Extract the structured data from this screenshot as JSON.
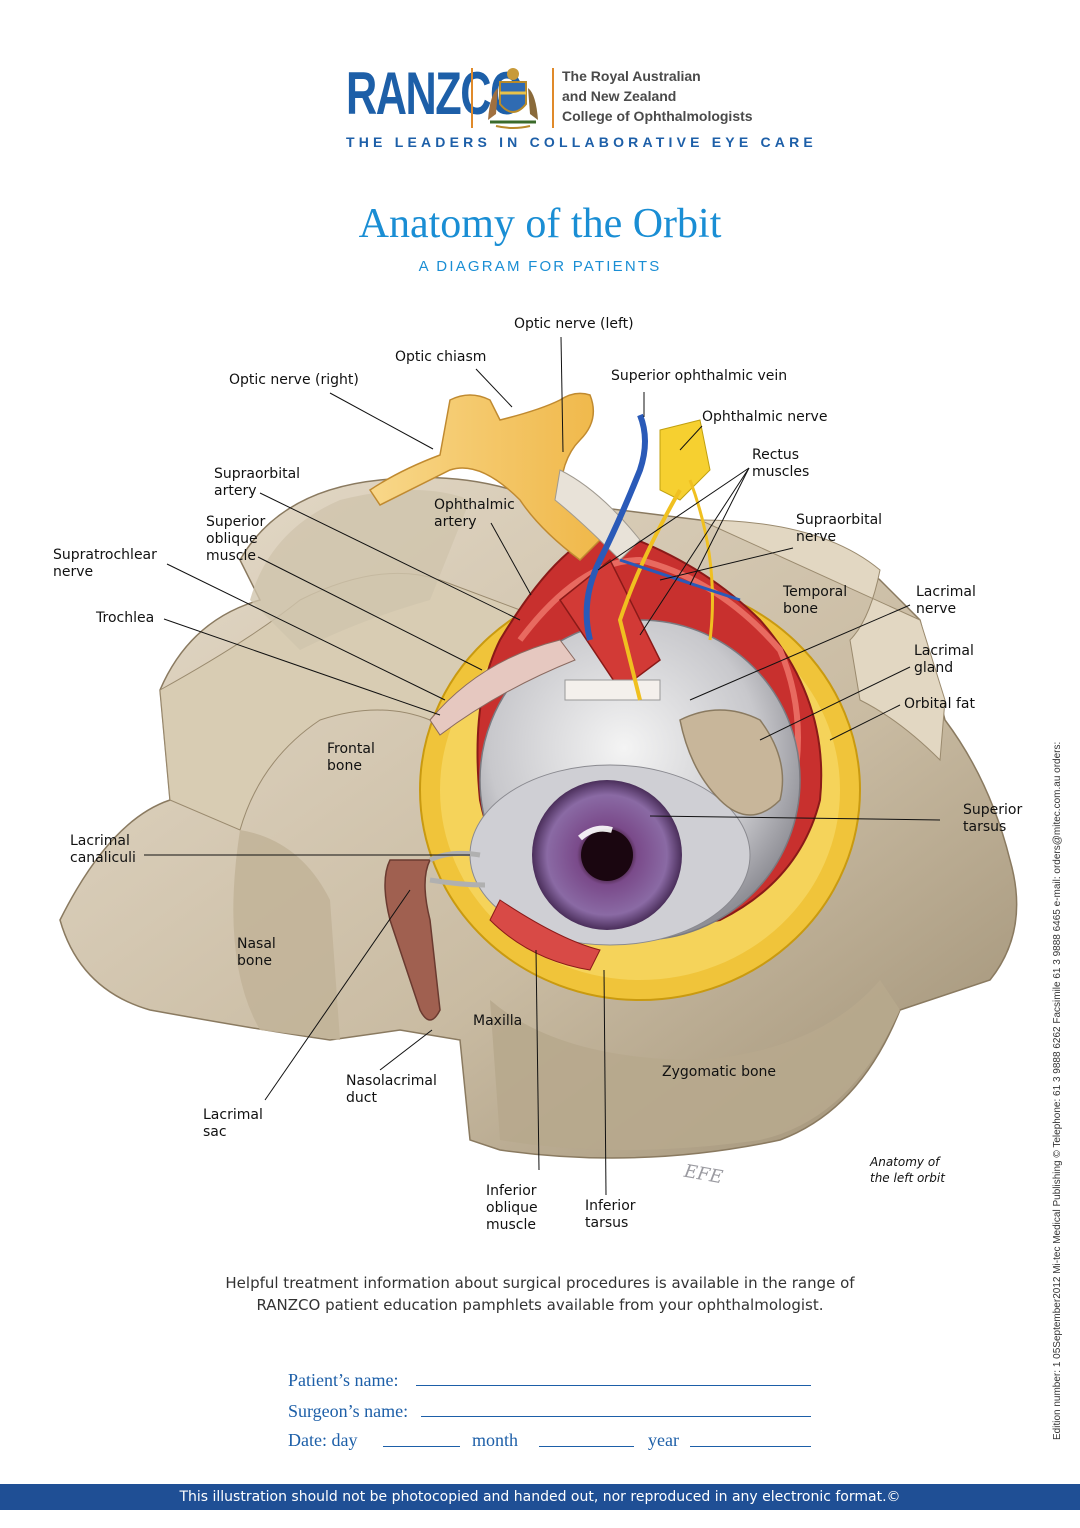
{
  "header": {
    "logo_word": "RANZCO",
    "college_lines": [
      "The Royal Australian",
      "and New Zealand",
      "College of Ophthalmologists"
    ],
    "tagline": "THE LEADERS IN COLLABORATIVE EYE CARE"
  },
  "title": "Anatomy of the Orbit",
  "subtitle": "A DIAGRAM FOR PATIENTS",
  "labels": {
    "optic_nerve_left": "Optic nerve (left)",
    "optic_chiasm": "Optic chiasm",
    "optic_nerve_right": "Optic nerve (right)",
    "superior_ophthalmic_vein": "Superior ophthalmic vein",
    "ophthalmic_nerve": "Ophthalmic nerve",
    "rectus_muscles": "Rectus\nmuscles",
    "supraorbital_artery": "Supraorbital\nartery",
    "ophthalmic_artery": "Ophthalmic\nartery",
    "supraorbital_nerve": "Supraorbital\nnerve",
    "superior_oblique_muscle": "Superior\noblique\nmuscle",
    "supratrochlear_nerve": "Supratrochlear\nnerve",
    "temporal_bone": "Temporal\nbone",
    "lacrimal_nerve": "Lacrimal\nnerve",
    "trochlea": "Trochlea",
    "lacrimal_gland": "Lacrimal\ngland",
    "orbital_fat": "Orbital fat",
    "frontal_bone": "Frontal\nbone",
    "superior_tarsus": "Superior\ntarsus",
    "lacrimal_canaliculi": "Lacrimal\ncanaliculi",
    "nasal_bone": "Nasal\nbone",
    "maxilla": "Maxilla",
    "zygomatic_bone": "Zygomatic bone",
    "nasolacrimal_duct": "Nasolacrimal\nduct",
    "lacrimal_sac": "Lacrimal\nsac",
    "anatomy_left_orbit": "Anatomy of\nthe left orbit",
    "inferior_oblique_muscle": "Inferior\noblique\nmuscle",
    "inferior_tarsus": "Inferior\ntarsus",
    "artist_signature": "EFE"
  },
  "info_text": [
    "Helpful treatment information about surgical procedures is available in the range of",
    "RANZCO patient education pamphlets available from your ophthalmologist."
  ],
  "form": {
    "patient_label": "Patient’s name:",
    "surgeon_label": "Surgeon’s name:",
    "date_label": "Date: day",
    "month_label": "month",
    "year_label": "year"
  },
  "footer": "This illustration should not be photocopied and handed out, nor reproduced in any electronic format.©",
  "side_text": "Edition number: 1  05September2012  Mi-tec Medical Publishing ©  Telephone: 61 3 9888 6262   Facsimile 61 3 9888 6465   e-mail: orders@mitec.com.au   orders:",
  "colors": {
    "brand_blue": "#1d5fa8",
    "title_blue": "#1a8ed4",
    "footer_bar": "#1f4f95"
  }
}
